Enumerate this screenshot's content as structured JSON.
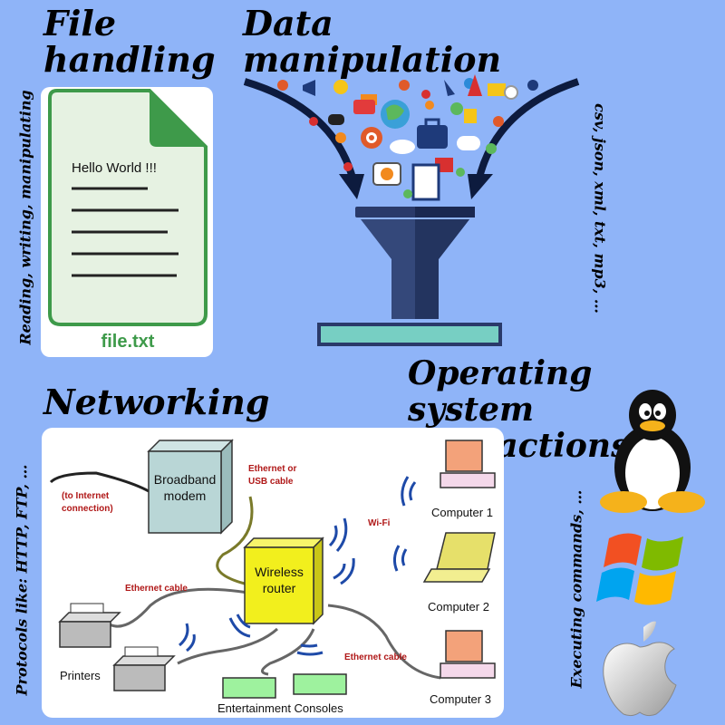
{
  "titles": {
    "file_handling": [
      "File",
      "handling"
    ],
    "data_manipulation": [
      "Data",
      "manipulation"
    ],
    "networking": "Networking",
    "os_interactions": [
      "Operating system",
      "interactions"
    ]
  },
  "side_labels": {
    "left_top": "Reading, writing, manipulating",
    "right_top": "csv, json, xml, txt, mp3, …",
    "left_bottom": "Protocols like: HTTP, FTP, …",
    "right_bottom": "Executing commands, …"
  },
  "file_card": {
    "content": "Hello World !!!",
    "filename": "file.txt"
  },
  "network": {
    "broadband_modem": [
      "Broadband",
      "modem"
    ],
    "internet_note": [
      "(to Internet",
      "connection)"
    ],
    "ethernet_usb": [
      "Ethernet or",
      "USB cable"
    ],
    "wifi": "Wi-Fi",
    "wireless_router": [
      "Wireless",
      "router"
    ],
    "ethernet_cable_left": "Ethernet cable",
    "ethernet_cable_right": "Ethernet cable",
    "printers": "Printers",
    "consoles": "Entertainment Consoles",
    "computer1": "Computer 1",
    "computer2": "Computer 2",
    "computer3": "Computer 3"
  },
  "colors": {
    "background": "#8fb4f8",
    "file_green": "#3e9a4a",
    "funnel_dark": "#2a3a6a",
    "router_yellow": "#f2ef1d",
    "network_label_red": "#b01818"
  }
}
